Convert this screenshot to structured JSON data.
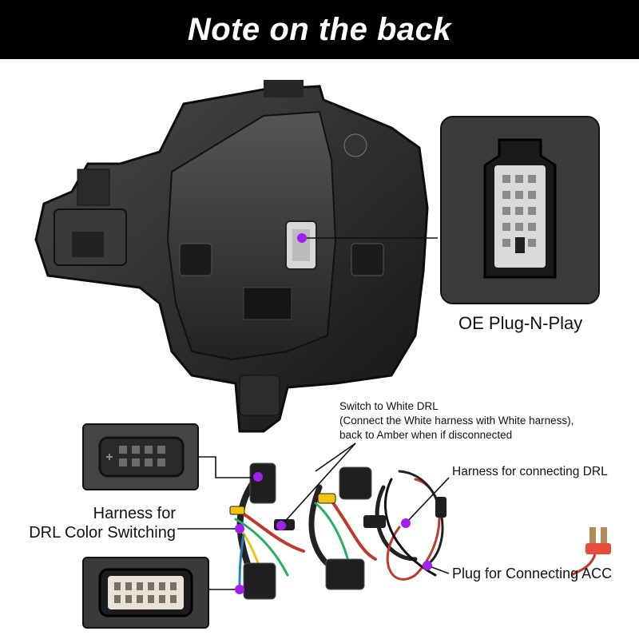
{
  "banner": {
    "title": "Note on the back"
  },
  "callouts": {
    "oe_plug": "OE Plug-N-Play",
    "switch_line1": "Switch to White DRL",
    "switch_line2": "(Connect the White harness with White harness),",
    "switch_line3": "back to Amber when if disconnected",
    "harness_drl": "Harness for connecting DRL",
    "drl_color_line1": "Harness for",
    "drl_color_line2": "DRL Color Switching",
    "plug_acc": "Plug for Connecting ACC"
  },
  "colors": {
    "accent_dot": "#a020f0",
    "banner": "#000000"
  }
}
